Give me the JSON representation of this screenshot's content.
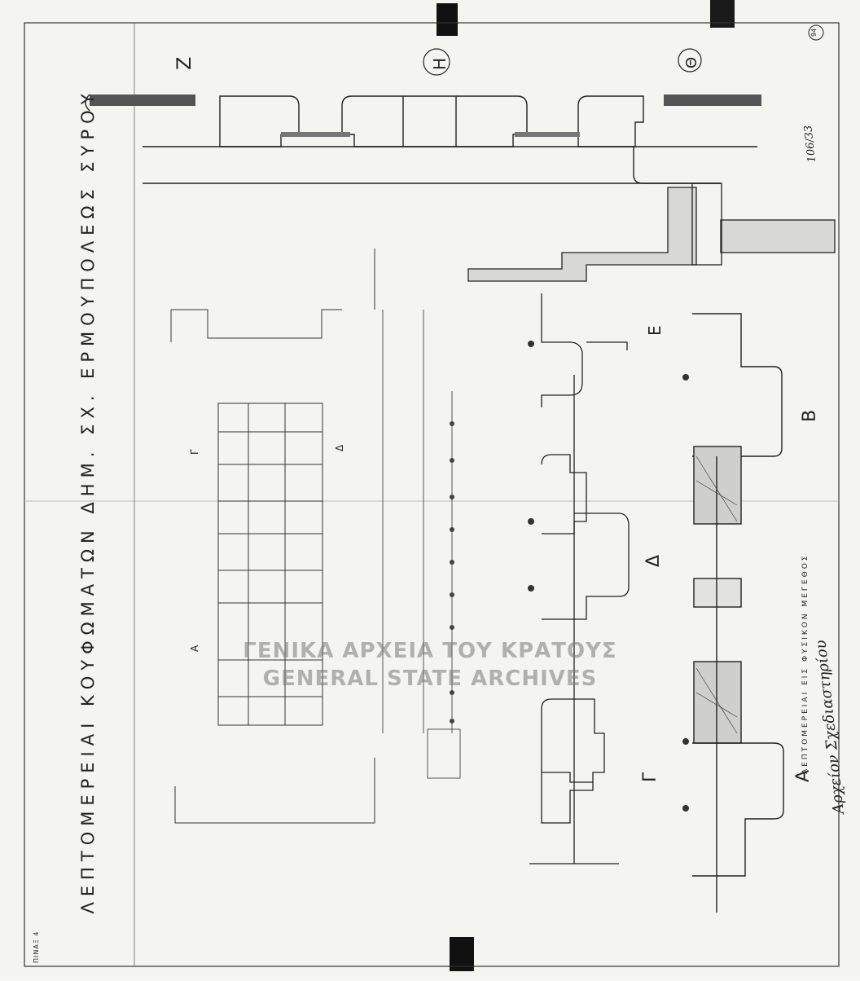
{
  "title": "ΛΕΠΤΟΜΕΡΕΙΑΙ ΚΟΥΦΩΜΑΤΩΝ ΔΗΜ. ΣΧ. ΕΡΜΟΥΠΟΛΕΩΣ ΣΥΡΟΥ",
  "sheet_label": "ΠΙΝΑΞ 4",
  "corner_number": "94",
  "archive_number": "106/33",
  "subtitle": "ΛΕΠΤΟΜΕΡΕΙΑΙ ΕΙΣ ΦΥΣΙΚΟΝ ΜΕΓΕΘΟΣ",
  "handwritten_note": "Αρχείον Σχεδιαστηρίου",
  "detail_letters": {
    "z": "Ζ",
    "h": "Η",
    "theta": "Θ",
    "e": "Ε",
    "b": "Β",
    "d": "Δ",
    "g": "Γ",
    "a": "Α"
  },
  "section_markers": {
    "g": "Γ",
    "delta": "Δ",
    "a": "Α"
  },
  "watermark": {
    "line1": "ΓΕΝΙΚΑ ΑΡΧΕΙΑ ΤΟΥ ΚΡΑΤΟΥΣ",
    "line2": "GENERAL STATE ARCHIVES"
  },
  "colors": {
    "paper": "#f6f6f4",
    "ink": "#222222",
    "watermark": "#9a9a9a"
  }
}
